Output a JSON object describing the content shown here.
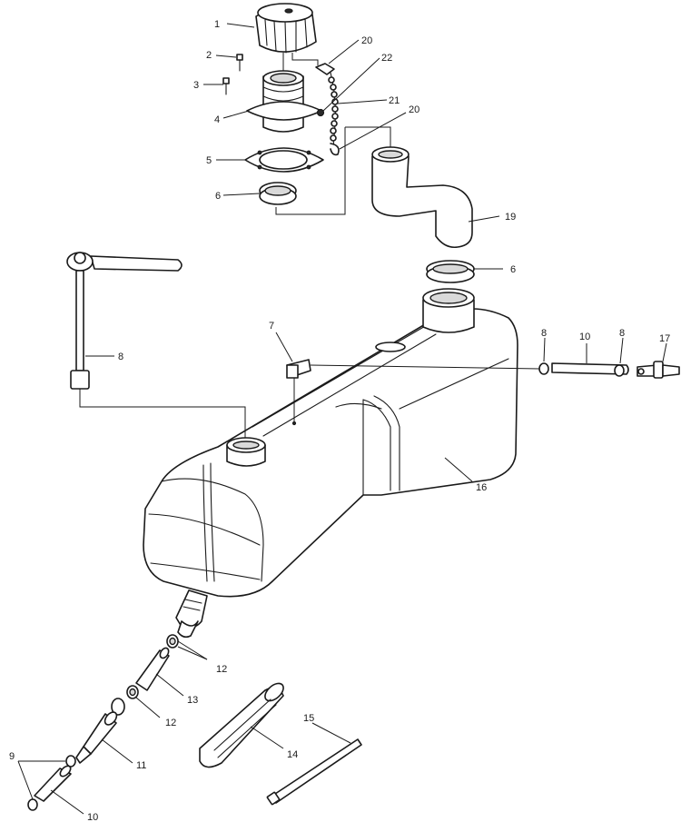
{
  "callouts": [
    {
      "id": "c1",
      "label": "1"
    },
    {
      "id": "c2",
      "label": "2"
    },
    {
      "id": "c3",
      "label": "3"
    },
    {
      "id": "c4",
      "label": "4"
    },
    {
      "id": "c5",
      "label": "5"
    },
    {
      "id": "c6a",
      "label": "6"
    },
    {
      "id": "c6b",
      "label": "6"
    },
    {
      "id": "c7",
      "label": "7"
    },
    {
      "id": "c8a",
      "label": "8"
    },
    {
      "id": "c8b",
      "label": "8"
    },
    {
      "id": "c8c",
      "label": "8"
    },
    {
      "id": "c9",
      "label": "9"
    },
    {
      "id": "c10a",
      "label": "10"
    },
    {
      "id": "c10b",
      "label": "10"
    },
    {
      "id": "c11",
      "label": "11"
    },
    {
      "id": "c12a",
      "label": "12"
    },
    {
      "id": "c12b",
      "label": "12"
    },
    {
      "id": "c13",
      "label": "13"
    },
    {
      "id": "c14",
      "label": "14"
    },
    {
      "id": "c15",
      "label": "15"
    },
    {
      "id": "c16",
      "label": "16"
    },
    {
      "id": "c17",
      "label": "17"
    },
    {
      "id": "c19",
      "label": "19"
    },
    {
      "id": "c20a",
      "label": "20"
    },
    {
      "id": "c20b",
      "label": "20"
    },
    {
      "id": "c21",
      "label": "21"
    },
    {
      "id": "c22",
      "label": "22"
    }
  ]
}
